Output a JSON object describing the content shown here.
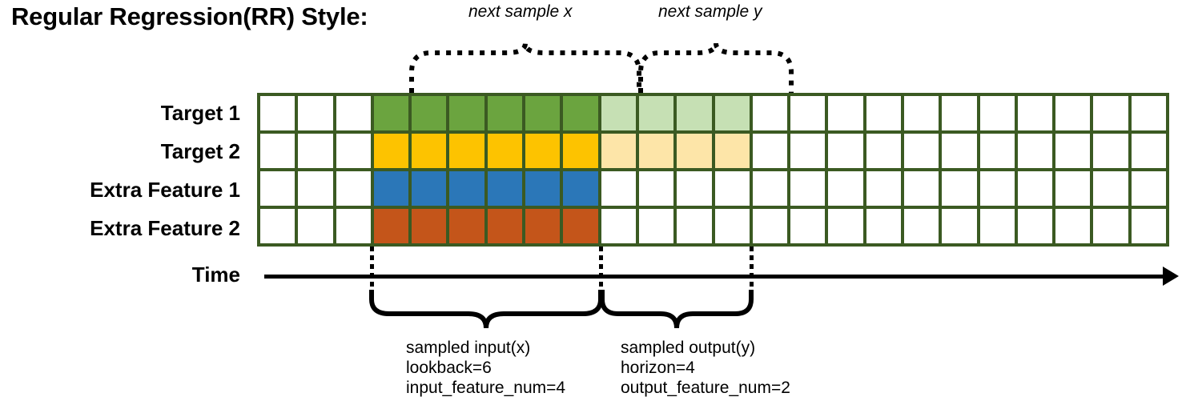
{
  "title": "Regular Regression(RR) Style:",
  "rows": [
    {
      "label": "Target 1",
      "color": "#6ba43f",
      "light": "#c6e0b4"
    },
    {
      "label": "Target 2",
      "color": "#fdc300",
      "light": "#fde5a8"
    },
    {
      "label": "Extra Feature 1",
      "color": "#2b77b8",
      "light": null
    },
    {
      "label": "Extra Feature 2",
      "color": "#c4551a",
      "light": null
    }
  ],
  "grid": {
    "columns": 24,
    "rows": 4,
    "line_color": "#3b5a22",
    "empty_color": "#ffffff",
    "input_start_col": 3,
    "input_len": 6,
    "output_start_col": 9,
    "output_len": 4
  },
  "axis": {
    "time_label": "Time"
  },
  "top_braces": [
    {
      "label": "next sample x"
    },
    {
      "label": "next sample y"
    }
  ],
  "bottom_braces": [
    {
      "line1": "sampled input(x)",
      "line2": "lookback=6",
      "line3": "input_feature_num=4"
    },
    {
      "line1": "sampled output(y)",
      "line2": "horizon=4",
      "line3": "output_feature_num=2"
    }
  ],
  "colors": {
    "green": "#6ba43f",
    "light_green": "#c6e0b4",
    "yellow": "#fdc300",
    "light_yellow": "#fde5a8",
    "blue": "#2b77b8",
    "orange": "#c4551a",
    "grid_line": "#3b5a22",
    "ink": "#000000"
  }
}
